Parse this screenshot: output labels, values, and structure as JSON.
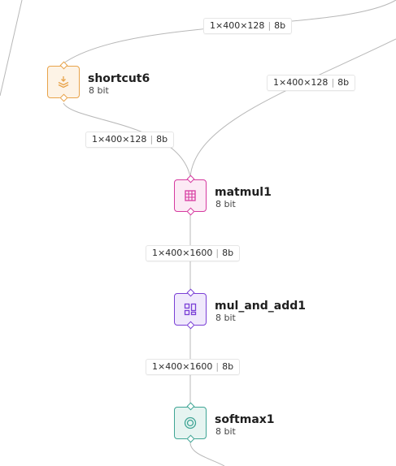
{
  "colors": {
    "shortcut": "#e8a34a",
    "matmul": "#d63aa0",
    "mul_and_add": "#7a3fd6",
    "softmax": "#3fa595",
    "edge": "#b8b8b8"
  },
  "nodes": {
    "shortcut6": {
      "name": "shortcut6",
      "bits": "8 bit",
      "icon": "stack-icon"
    },
    "matmul1": {
      "name": "matmul1",
      "bits": "8 bit",
      "icon": "grid-icon"
    },
    "mul_and_add1": {
      "name": "mul_and_add1",
      "bits": "8 bit",
      "icon": "blocks-icon"
    },
    "softmax1": {
      "name": "softmax1",
      "bits": "8 bit",
      "icon": "target-icon"
    }
  },
  "edges": {
    "top": {
      "shape": "1×400×128",
      "bits": "8b"
    },
    "right": {
      "shape": "1×400×128",
      "bits": "8b"
    },
    "shortcut_out": {
      "shape": "1×400×128",
      "bits": "8b"
    },
    "matmul_out": {
      "shape": "1×400×1600",
      "bits": "8b"
    },
    "muladd_out": {
      "shape": "1×400×1600",
      "bits": "8b"
    }
  }
}
